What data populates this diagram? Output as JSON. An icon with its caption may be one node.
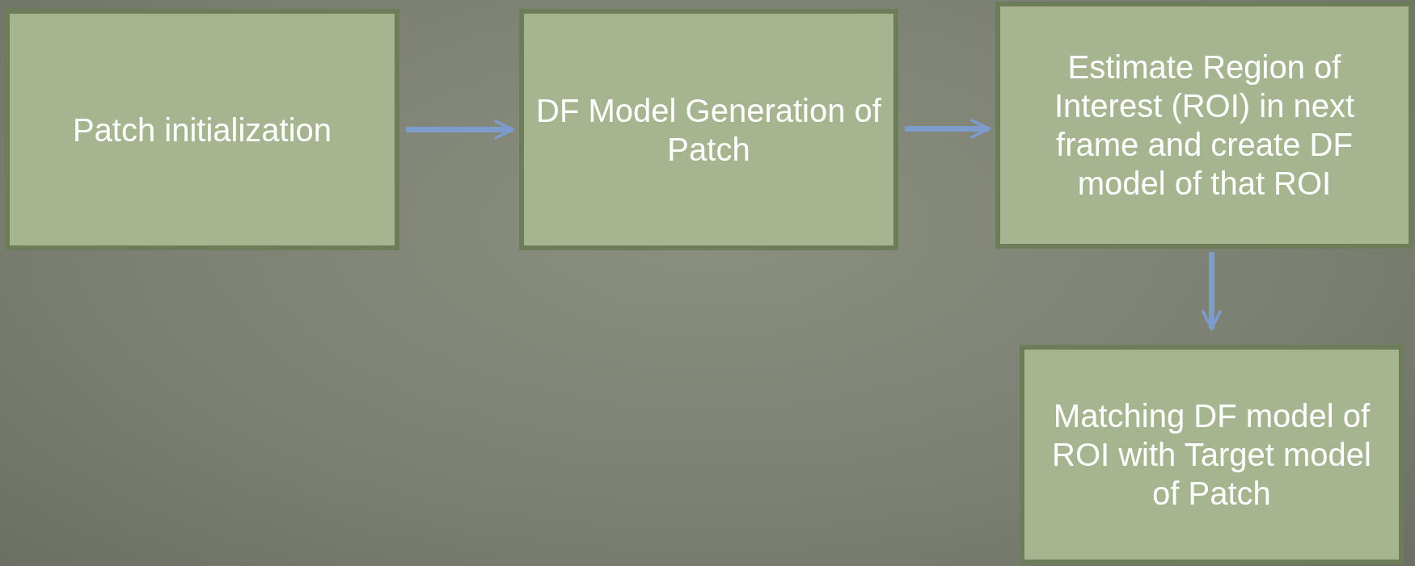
{
  "diagram": {
    "nodes": [
      {
        "text": [
          "Patch initialization"
        ]
      },
      {
        "text": [
          "DF Model Generation of Patch"
        ]
      },
      {
        "text": [
          "Estimate Region of Interest (ROI) in next frame and create DF model of that ROI"
        ]
      },
      {
        "text": [
          "Matching DF model of ROI with Target model of Patch"
        ]
      }
    ],
    "edges": [
      {
        "from": 0,
        "to": 1,
        "arrow": "to"
      },
      {
        "from": 1,
        "to": 2,
        "arrow": "to"
      },
      {
        "from": 2,
        "to": 3,
        "arrow": "to"
      }
    ]
  }
}
